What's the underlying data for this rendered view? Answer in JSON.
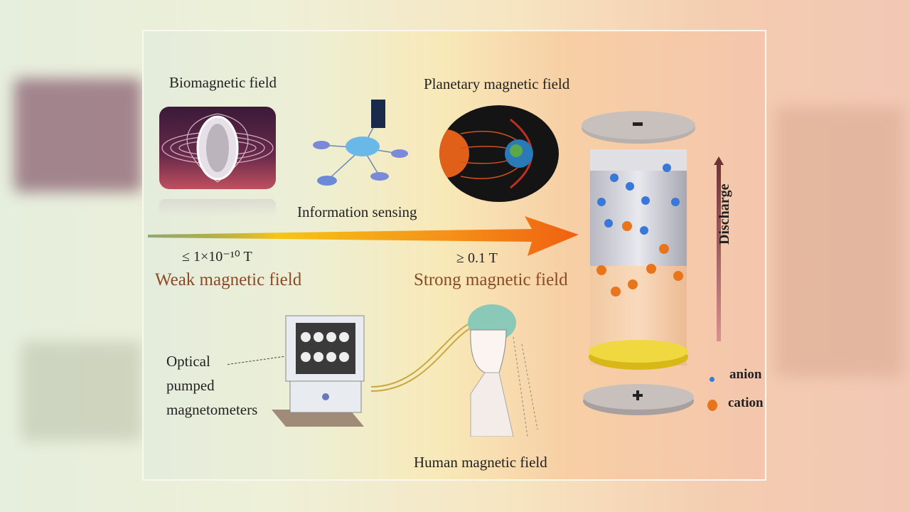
{
  "top_labels": {
    "biomagnetic": "Biomagnetic field",
    "information": "Information sensing",
    "planetary": "Planetary magnetic field"
  },
  "arrow": {
    "weak_threshold": "≤ 1×10⁻¹⁰ T",
    "weak_label": "Weak magnetic field",
    "strong_threshold": "≥ 0.1 T",
    "strong_label": "Strong magnetic field"
  },
  "bottom_labels": {
    "opm_line1": "Optical",
    "opm_line2": "pumped",
    "opm_line3": "magnetometers",
    "human": "Human magnetic field"
  },
  "battery": {
    "negative": "-",
    "positive": "+",
    "discharge": "Discharge",
    "legend": [
      {
        "label": "anion",
        "color": "#3a78d8"
      },
      {
        "label": "cation",
        "color": "#e8741c"
      }
    ]
  },
  "colors": {
    "arrow_start": "#5a7a2a",
    "arrow_mid": "#f5c518",
    "arrow_end": "#f06a10",
    "field_text": "#8a4a26"
  }
}
